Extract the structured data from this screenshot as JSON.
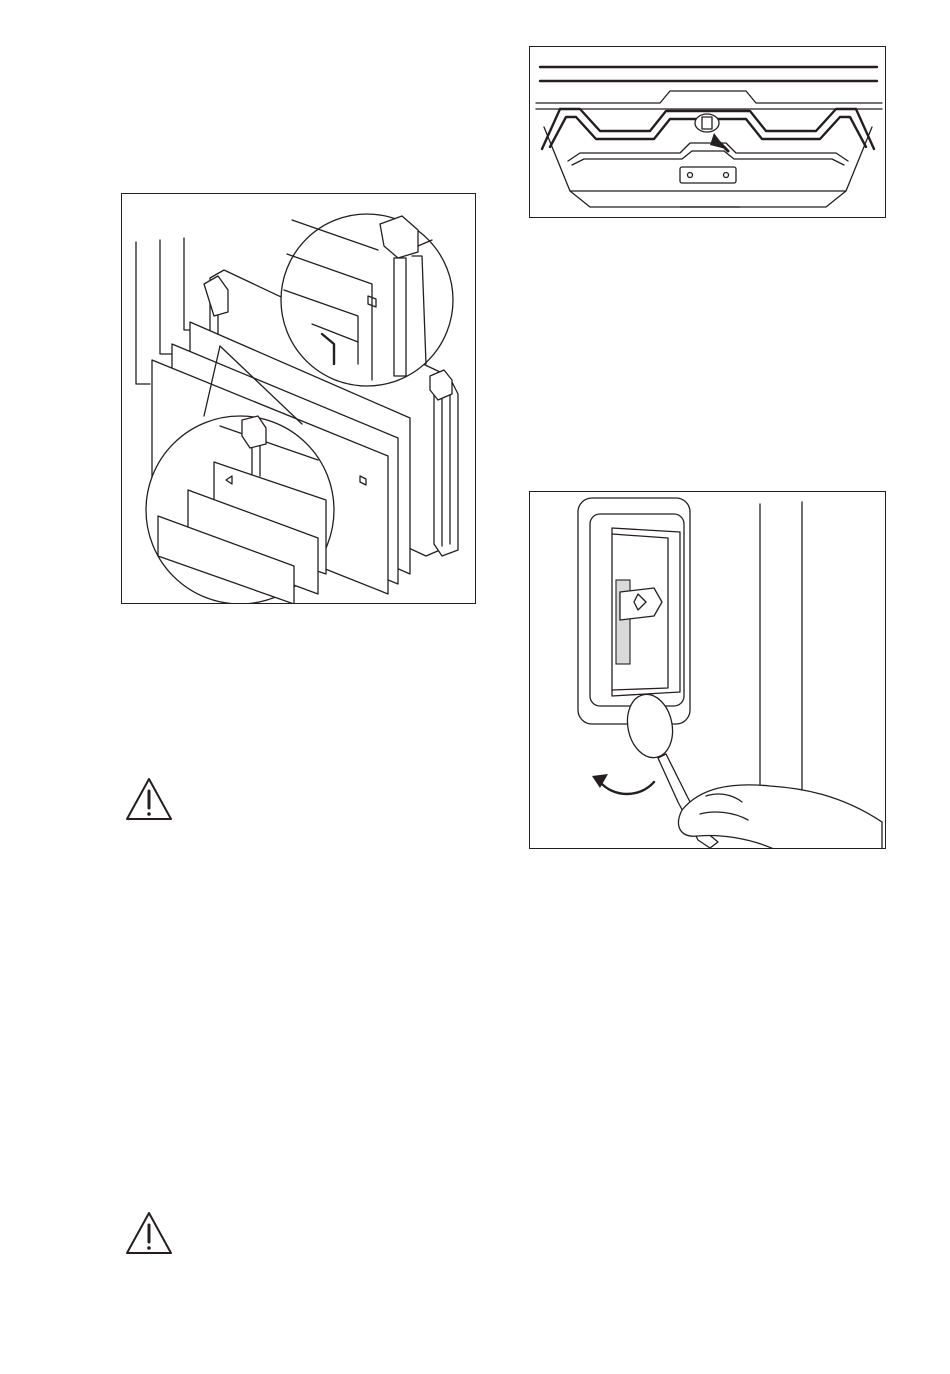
{
  "figures": {
    "glass_panels": {
      "icon": "door-glass-panels-illustration"
    },
    "lamp": {
      "icon": "oven-lamp-rail-illustration"
    },
    "lamp_cover": {
      "icon": "lamp-cover-spoon-illustration"
    }
  },
  "warnings": [
    {
      "icon": "warning-triangle-icon"
    },
    {
      "icon": "warning-triangle-icon"
    }
  ]
}
